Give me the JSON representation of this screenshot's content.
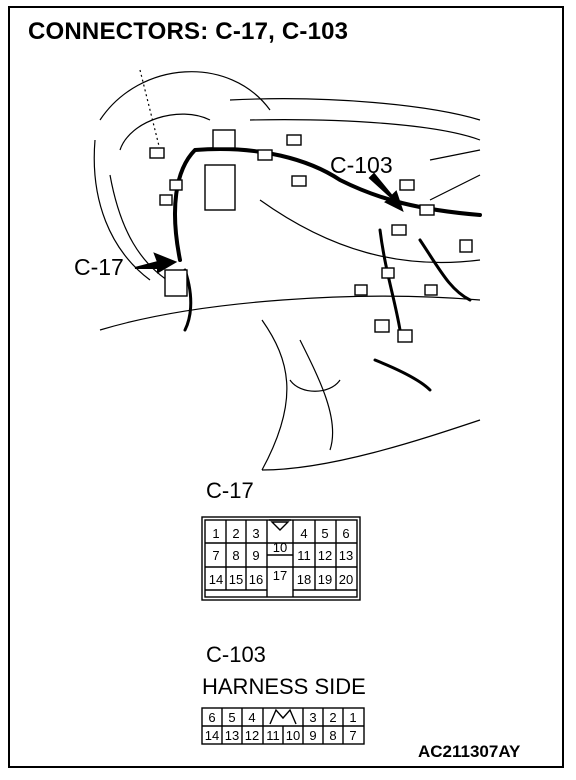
{
  "title": "CONNECTORS: C-17, C-103",
  "callouts": {
    "c17": "C-17",
    "c103": "C-103"
  },
  "connector_c17": {
    "label": "C-17",
    "top_row_left": [
      "1",
      "2",
      "3"
    ],
    "top_row_right": [
      "4",
      "5",
      "6"
    ],
    "mid_row_left": [
      "7",
      "8",
      "9"
    ],
    "mid_row_right": [
      "11",
      "12",
      "13"
    ],
    "bot_row_left": [
      "14",
      "15",
      "16"
    ],
    "bot_row_right": [
      "18",
      "19",
      "20"
    ],
    "center_pins": [
      "10",
      "17"
    ]
  },
  "connector_c103": {
    "label": "C-103",
    "side_label": "HARNESS SIDE",
    "top_left": [
      "6",
      "5",
      "4"
    ],
    "top_right": [
      "3",
      "2",
      "1"
    ],
    "bottom": [
      "14",
      "13",
      "12",
      "11",
      "10",
      "9",
      "8",
      "7"
    ]
  },
  "figure_code": "AC211307AY"
}
